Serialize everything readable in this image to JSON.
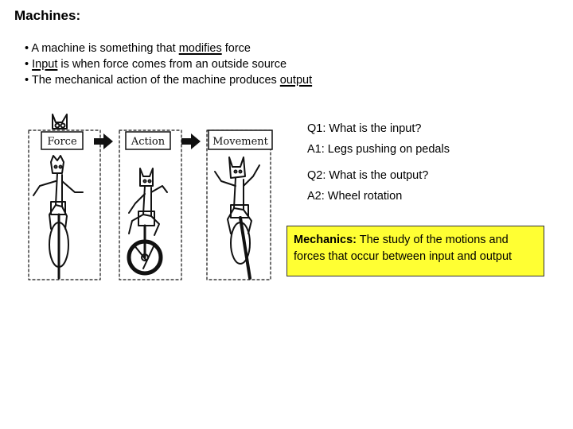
{
  "title": "Machines:",
  "bullets": [
    {
      "bullet": "•",
      "pre": "A machine is something that ",
      "link": "modifies",
      "post": " force"
    },
    {
      "bullet": "•",
      "pre": "",
      "link": "Input",
      "post": " is when force comes from an outside source"
    },
    {
      "bullet": "•",
      "pre": "The mechanical action of the machine produces ",
      "link": "output",
      "post": ""
    }
  ],
  "illustration": {
    "panels": [
      "Force",
      "Action",
      "Movement"
    ],
    "colors": {
      "line": "#111111",
      "arrow": "#111111",
      "panel_bg": "#ffffff"
    }
  },
  "qa": {
    "q1": "Q1: What is the input?",
    "a1": "A1: Legs pushing on pedals",
    "q2": "Q2: What is the output?",
    "a2": "A2: Wheel rotation"
  },
  "definition": {
    "term": "Mechanics:",
    "text": " The study of the motions and forces that occur between input and output",
    "bg_color": "#ffff33"
  }
}
